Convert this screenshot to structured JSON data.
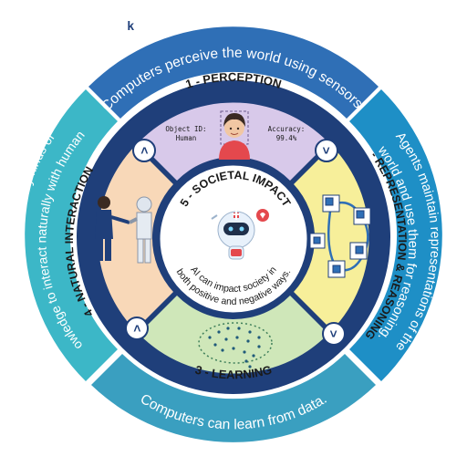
{
  "colors": {
    "perception_ring": "#2f6fb6",
    "representation_ring": "#1e8fc6",
    "learning_ring": "#3a9fc0",
    "interaction_ring": "#3cb7c7",
    "inner_border": "#1f3f7a",
    "perception_fill": "#d8c9ea",
    "representation_fill": "#f7ef9a",
    "learning_fill": "#cfe7b9",
    "interaction_fill": "#f8d8b8",
    "center_fill": "#ffffff",
    "robot_head": "#e8f1fb",
    "robot_accent": "#e4484d",
    "dark_text": "#1a1a1a"
  },
  "outer_ring": {
    "perception": "Computers perceive the world using sensors.",
    "representation_line1": "Agents maintain representations of the",
    "representation_line2": "world and use them for reasoning.",
    "learning": "Computers can learn from data.",
    "interaction_line1": "Intelligent agents require many kinds of",
    "interaction_line2": "knowledge to interact naturally with humans."
  },
  "sections": {
    "perception": "1 - PERCEPTION",
    "representation": "2 - REPRESENTATION & REASONING",
    "learning": "3 - LEARNING",
    "interaction": "4 - NATURAL INTERACTION"
  },
  "perception_panel": {
    "object_label": "Object ID:",
    "object_value": "Human",
    "accuracy_label": "Accuracy:",
    "accuracy_value": "99.4%"
  },
  "center": {
    "title": "5 - SOCIETAL IMPACT",
    "line1": "AI can impact society in",
    "line2": "both positive and negative ways."
  },
  "icons": {
    "arrow": ">",
    "corner_mark": "ᵏ"
  }
}
